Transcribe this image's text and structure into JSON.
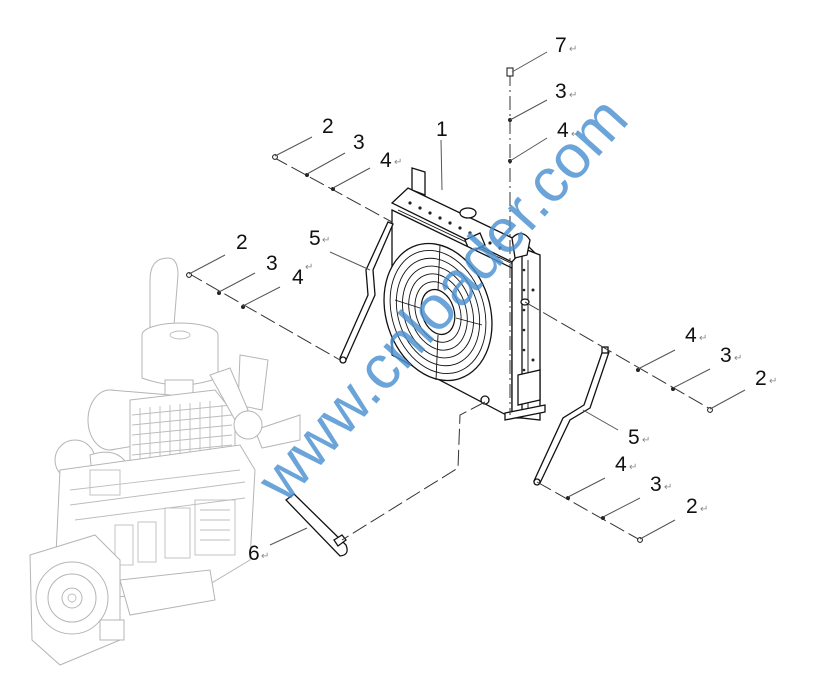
{
  "diagram": {
    "type": "exploded-parts-view",
    "subject": "radiator / cooler assembly mounting to engine",
    "watermark": "www.cnloader.com",
    "colors": {
      "line": "#111111",
      "ghost_engine": "#b5b5b5",
      "watermark": "#4a90d0",
      "background": "#ffffff"
    },
    "paragraph_mark": "↵",
    "callouts": [
      {
        "id": "c7-top",
        "label": "7",
        "part": "bolt"
      },
      {
        "id": "c3-top",
        "label": "3",
        "part": "washer"
      },
      {
        "id": "c4-top",
        "label": "4",
        "part": "washer"
      },
      {
        "id": "c1",
        "label": "1",
        "part": "radiator assembly"
      },
      {
        "id": "c2-upper-left",
        "label": "2",
        "part": "bolt"
      },
      {
        "id": "c3-upper-left",
        "label": "3",
        "part": "washer"
      },
      {
        "id": "c4-upper-left",
        "label": "4",
        "part": "washer"
      },
      {
        "id": "c2-mid-left",
        "label": "2",
        "part": "bolt"
      },
      {
        "id": "c3-mid-left",
        "label": "3",
        "part": "washer"
      },
      {
        "id": "c4-mid-left",
        "label": "4",
        "part": "washer"
      },
      {
        "id": "c5-left",
        "label": "5",
        "part": "support rod"
      },
      {
        "id": "c4-right",
        "label": "4",
        "part": "washer"
      },
      {
        "id": "c3-right",
        "label": "3",
        "part": "washer"
      },
      {
        "id": "c2-right",
        "label": "2",
        "part": "bolt"
      },
      {
        "id": "c5-right",
        "label": "5",
        "part": "support rod"
      },
      {
        "id": "c4-lower-right",
        "label": "4",
        "part": "washer"
      },
      {
        "id": "c3-lower-right",
        "label": "3",
        "part": "washer"
      },
      {
        "id": "c2-lower-right",
        "label": "2",
        "part": "bolt"
      },
      {
        "id": "c6",
        "label": "6",
        "part": "hose"
      }
    ]
  }
}
